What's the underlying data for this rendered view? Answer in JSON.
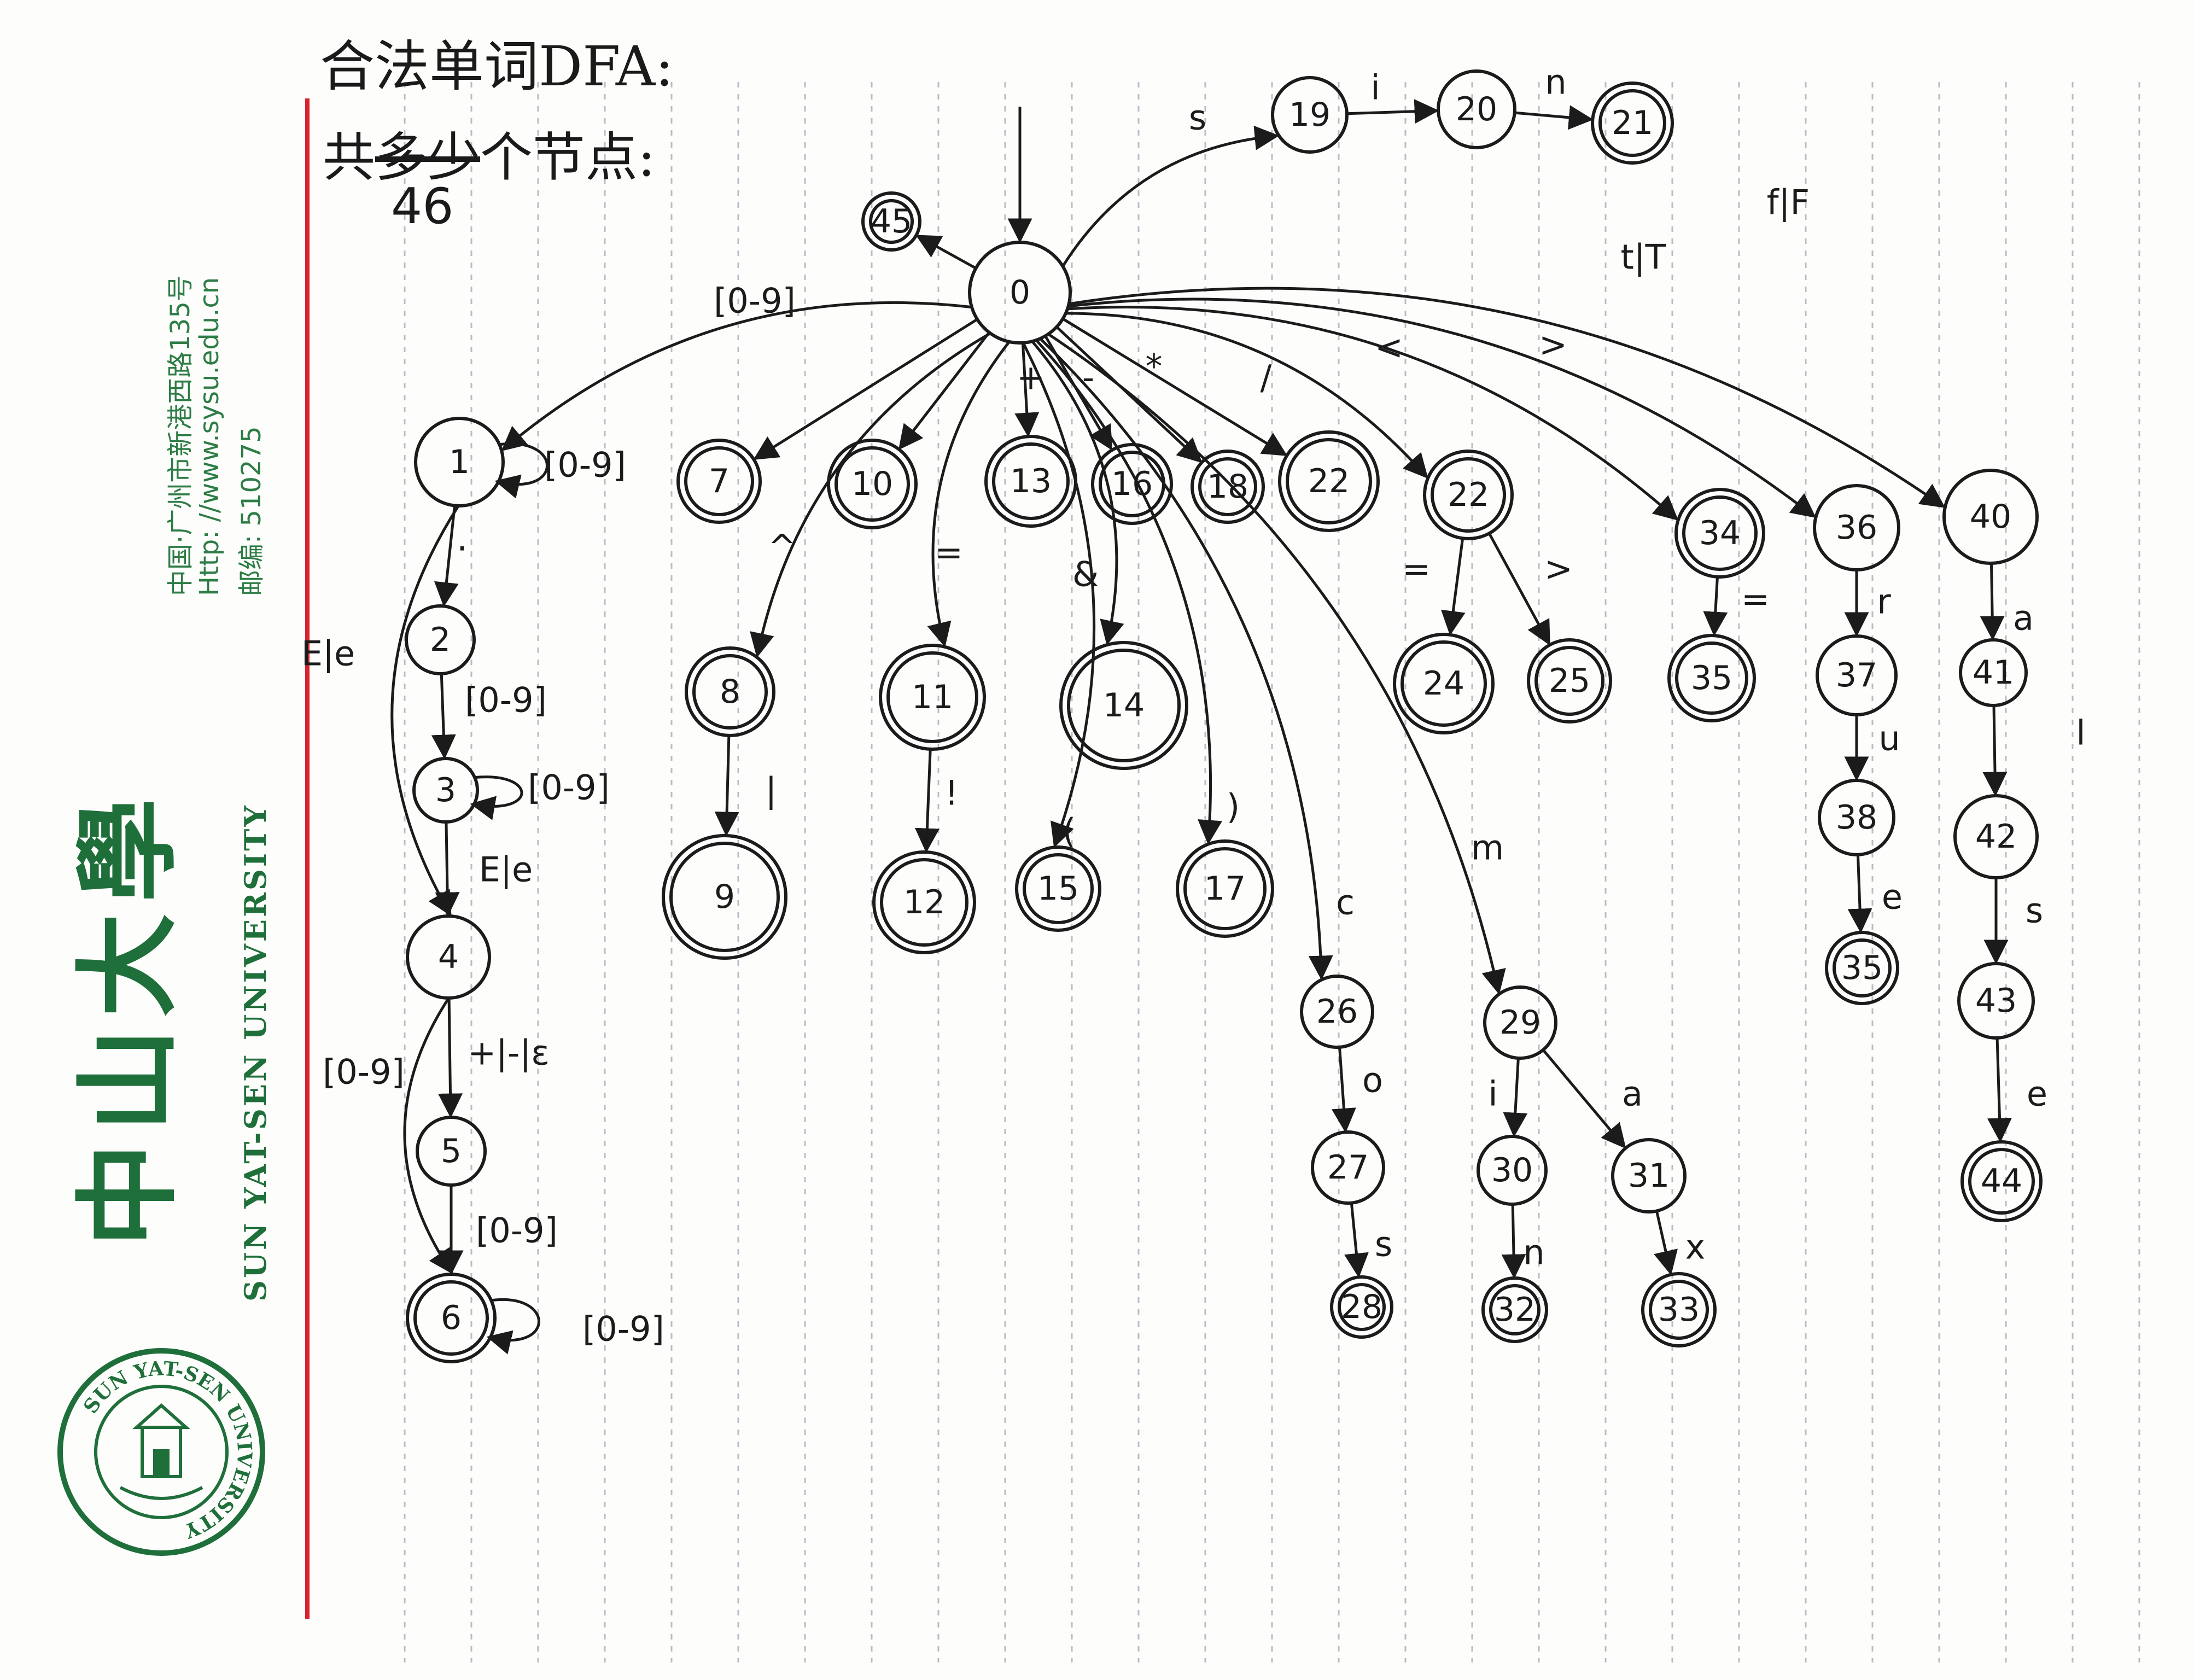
{
  "heading": {
    "title": "合法单词DFA:",
    "count_prefix": "共",
    "count_struck": "多少",
    "count_suffix": "个节点:",
    "count_value": "46"
  },
  "letterhead": {
    "address": "中国·广州市新港西路135号",
    "website": "Http: //www.sysu.edu.cn",
    "postcode": "邮编: 510275",
    "name_cn": "中山大學",
    "name_en": "SUN YAT-SEN UNIVERSITY",
    "seal_text": "SUN YAT-SEN UNIVERSITY",
    "color": "#1f6f3a",
    "margin_color": "#d8232f"
  },
  "dfa": {
    "start_node": "0",
    "nodes": [
      {
        "id": "0",
        "final": false
      },
      {
        "id": "1",
        "final": false
      },
      {
        "id": "2",
        "final": false
      },
      {
        "id": "3",
        "final": false
      },
      {
        "id": "4",
        "final": false
      },
      {
        "id": "5",
        "final": false
      },
      {
        "id": "6",
        "final": true
      },
      {
        "id": "7",
        "final": true
      },
      {
        "id": "8",
        "final": true
      },
      {
        "id": "9",
        "final": true
      },
      {
        "id": "10",
        "final": true
      },
      {
        "id": "11",
        "final": true
      },
      {
        "id": "12",
        "final": true
      },
      {
        "id": "13",
        "final": true
      },
      {
        "id": "14",
        "final": true
      },
      {
        "id": "15",
        "final": true
      },
      {
        "id": "16",
        "final": true
      },
      {
        "id": "17",
        "final": true
      },
      {
        "id": "18",
        "final": true
      },
      {
        "id": "19",
        "final": false
      },
      {
        "id": "20",
        "final": false
      },
      {
        "id": "21",
        "final": true
      },
      {
        "id": "22",
        "final": true
      },
      {
        "id": "22b",
        "label": "22",
        "final": true
      },
      {
        "id": "24",
        "final": true
      },
      {
        "id": "25",
        "final": true
      },
      {
        "id": "26",
        "final": false
      },
      {
        "id": "27",
        "final": false
      },
      {
        "id": "28",
        "final": true
      },
      {
        "id": "29",
        "final": false
      },
      {
        "id": "30",
        "final": false
      },
      {
        "id": "31",
        "final": false
      },
      {
        "id": "32",
        "final": true
      },
      {
        "id": "33",
        "final": true
      },
      {
        "id": "34",
        "final": true
      },
      {
        "id": "35",
        "final": true
      },
      {
        "id": "36",
        "final": false
      },
      {
        "id": "37",
        "final": false
      },
      {
        "id": "38",
        "final": false
      },
      {
        "id": "39",
        "label": "35",
        "final": true
      },
      {
        "id": "40",
        "final": false
      },
      {
        "id": "41",
        "final": false
      },
      {
        "id": "42",
        "final": false
      },
      {
        "id": "43",
        "final": false
      },
      {
        "id": "44",
        "final": true
      },
      {
        "id": "45",
        "final": true
      }
    ],
    "edges": [
      {
        "from": "0",
        "to": "45",
        "label": ""
      },
      {
        "from": "0",
        "to": "1",
        "label": "[0-9]"
      },
      {
        "from": "1",
        "to": "1",
        "label": "[0-9]"
      },
      {
        "from": "1",
        "to": "2",
        "label": "."
      },
      {
        "from": "2",
        "to": "3",
        "label": "[0-9]"
      },
      {
        "from": "3",
        "to": "3",
        "label": "[0-9]"
      },
      {
        "from": "3",
        "to": "4",
        "label": "E|e"
      },
      {
        "from": "1",
        "to": "4",
        "label": "E|e"
      },
      {
        "from": "4",
        "to": "5",
        "label": "+|-|ε"
      },
      {
        "from": "5",
        "to": "6",
        "label": "[0-9]"
      },
      {
        "from": "4",
        "to": "6",
        "label": "[0-9]"
      },
      {
        "from": "6",
        "to": "6",
        "label": "[0-9]"
      },
      {
        "from": "0",
        "to": "7",
        "label": ""
      },
      {
        "from": "0",
        "to": "8",
        "label": "^"
      },
      {
        "from": "8",
        "to": "9",
        "label": "|"
      },
      {
        "from": "0",
        "to": "10",
        "label": ""
      },
      {
        "from": "0",
        "to": "11",
        "label": "="
      },
      {
        "from": "11",
        "to": "12",
        "label": "!"
      },
      {
        "from": "0",
        "to": "13",
        "label": "+"
      },
      {
        "from": "0",
        "to": "14",
        "label": "&"
      },
      {
        "from": "0",
        "to": "15",
        "label": "("
      },
      {
        "from": "0",
        "to": "16",
        "label": "-"
      },
      {
        "from": "0",
        "to": "17",
        "label": ")"
      },
      {
        "from": "0",
        "to": "18",
        "label": "*"
      },
      {
        "from": "0",
        "to": "19",
        "label": "s"
      },
      {
        "from": "19",
        "to": "20",
        "label": "i"
      },
      {
        "from": "20",
        "to": "21",
        "label": "n"
      },
      {
        "from": "0",
        "to": "22",
        "label": "/"
      },
      {
        "from": "0",
        "to": "22b",
        "label": "<"
      },
      {
        "from": "22b",
        "to": "24",
        "label": "="
      },
      {
        "from": "22b",
        "to": "25",
        "label": ">"
      },
      {
        "from": "0",
        "to": "26",
        "label": "c"
      },
      {
        "from": "26",
        "to": "27",
        "label": "o"
      },
      {
        "from": "27",
        "to": "28",
        "label": "s"
      },
      {
        "from": "0",
        "to": "29",
        "label": "m"
      },
      {
        "from": "29",
        "to": "30",
        "label": "i"
      },
      {
        "from": "29",
        "to": "31",
        "label": "a"
      },
      {
        "from": "30",
        "to": "32",
        "label": "n"
      },
      {
        "from": "31",
        "to": "33",
        "label": "x"
      },
      {
        "from": "0",
        "to": "34",
        "label": ">"
      },
      {
        "from": "34",
        "to": "35",
        "label": "="
      },
      {
        "from": "0",
        "to": "36",
        "label": "t|T"
      },
      {
        "from": "36",
        "to": "37",
        "label": "r"
      },
      {
        "from": "37",
        "to": "38",
        "label": "u"
      },
      {
        "from": "38",
        "to": "39",
        "label": "e"
      },
      {
        "from": "0",
        "to": "40",
        "label": "f|F"
      },
      {
        "from": "40",
        "to": "41",
        "label": "a"
      },
      {
        "from": "41",
        "to": "42",
        "label": "l"
      },
      {
        "from": "42",
        "to": "43",
        "label": "s"
      },
      {
        "from": "43",
        "to": "44",
        "label": "e"
      }
    ]
  }
}
